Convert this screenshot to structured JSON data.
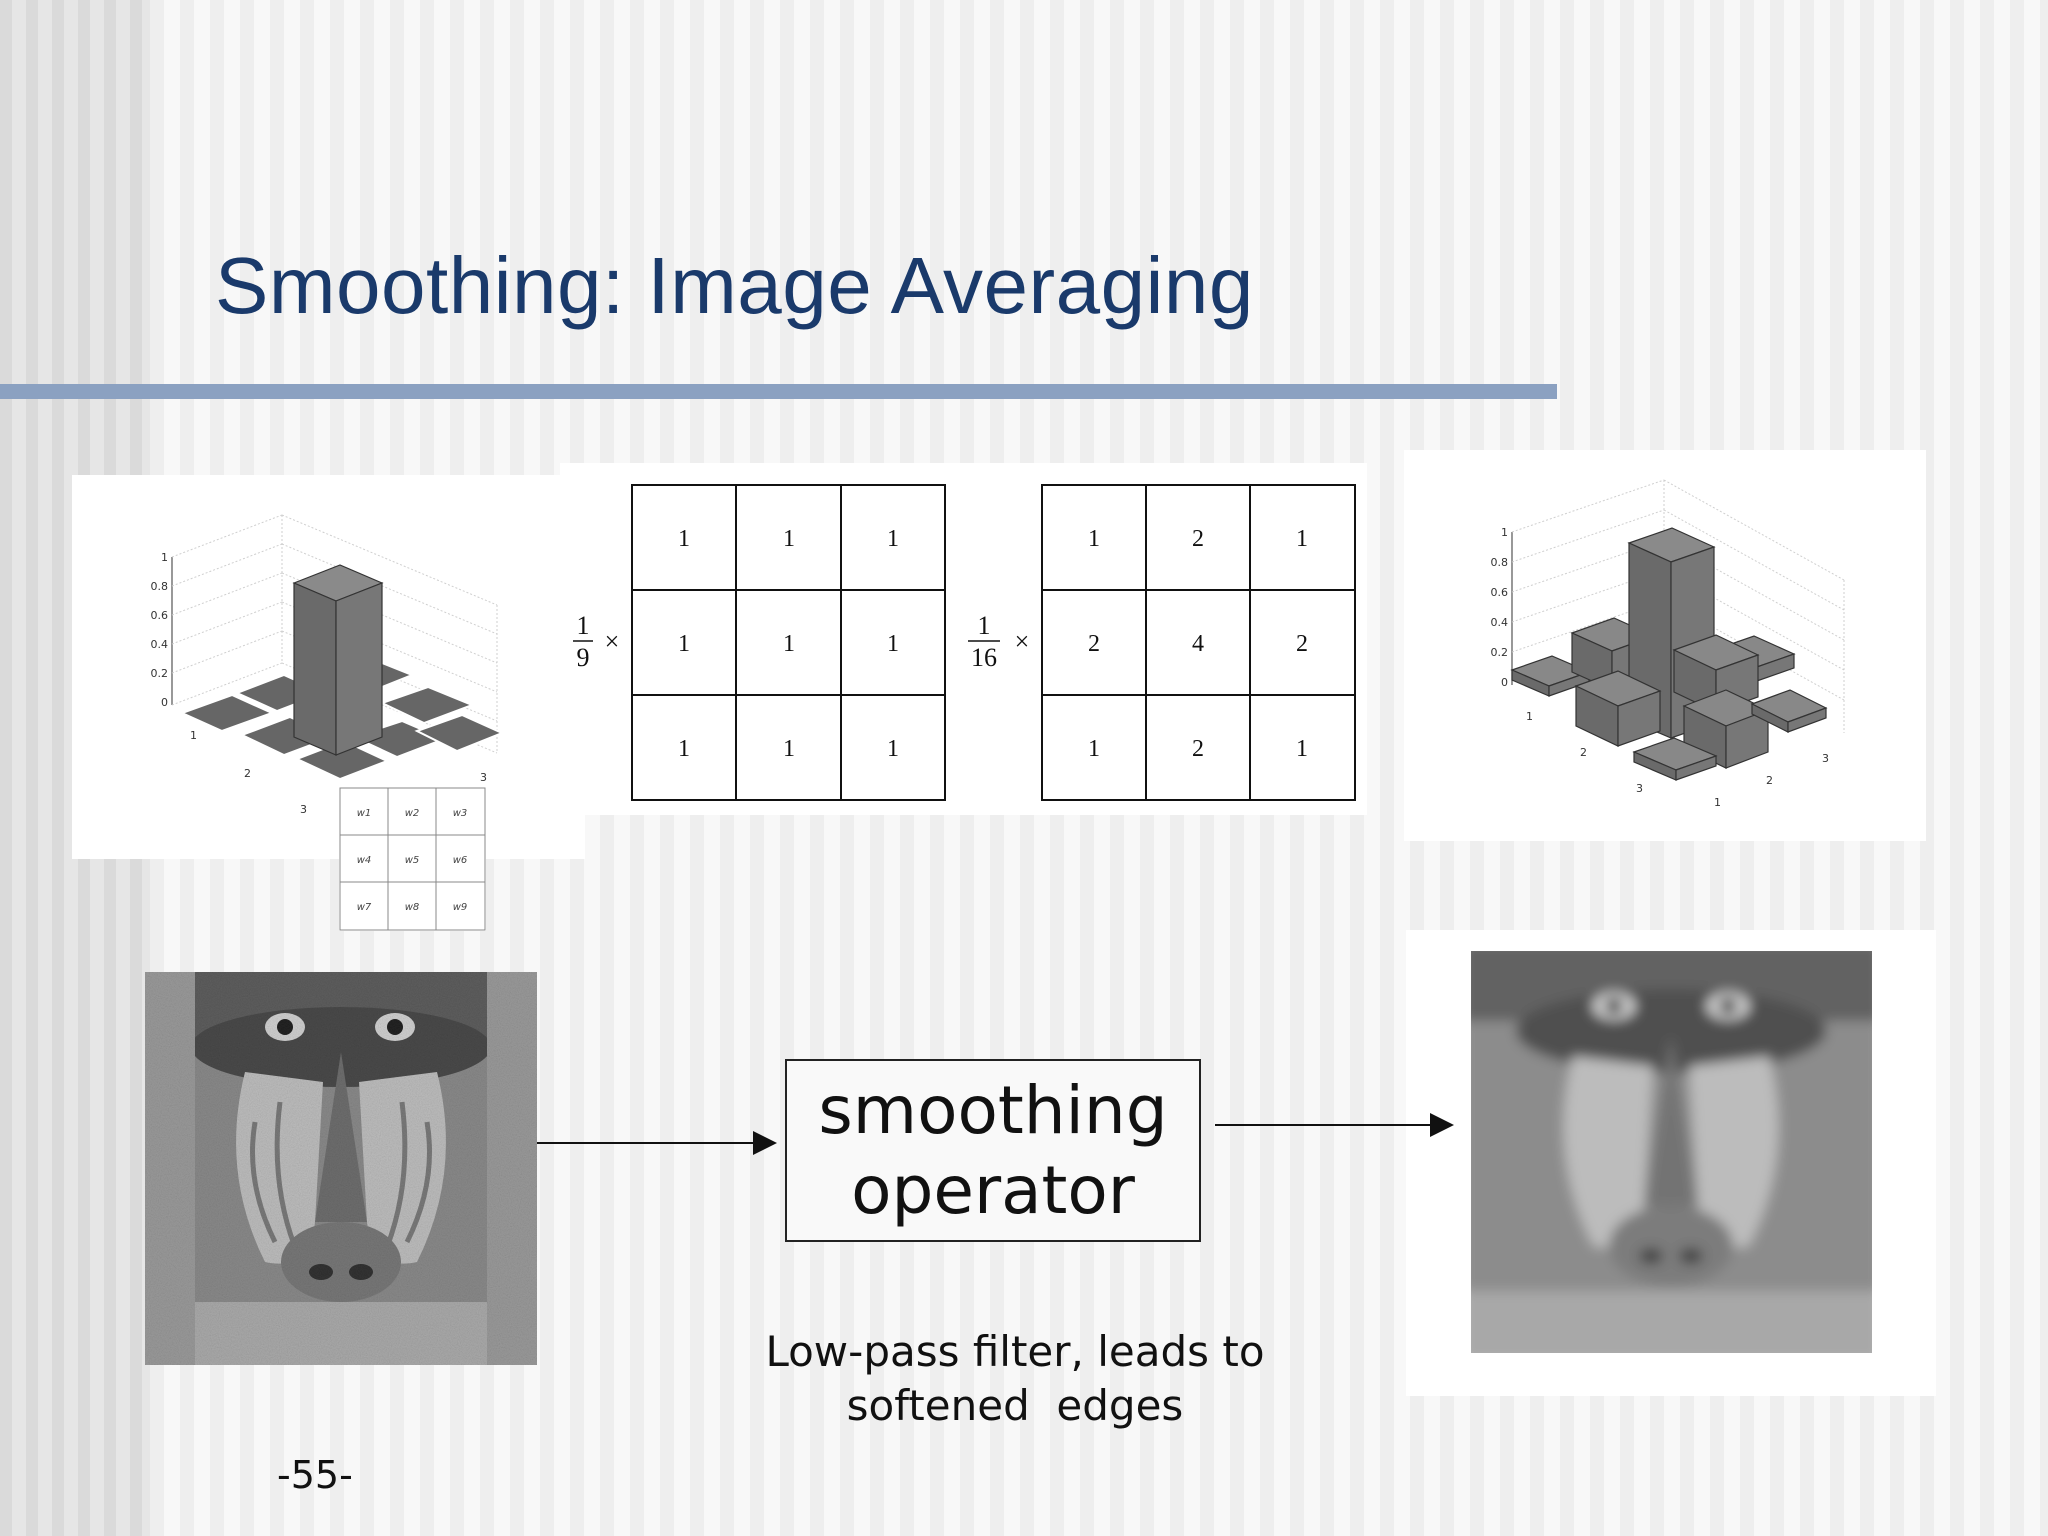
{
  "slide": {
    "title": "Smoothing: Image Averaging",
    "page_number": "-55-"
  },
  "box_filter": {
    "scale_num": "1",
    "scale_den": "9",
    "times": "×",
    "matrix": [
      [
        "1",
        "1",
        "1"
      ],
      [
        "1",
        "1",
        "1"
      ],
      [
        "1",
        "1",
        "1"
      ]
    ],
    "plot_z_ticks": [
      "1",
      "0.8",
      "0.6",
      "0.4",
      "0.2",
      "0"
    ],
    "plot_axis_ticks": [
      "1",
      "2",
      "3"
    ]
  },
  "weight_grid": {
    "labels": [
      "w1",
      "w2",
      "w3",
      "w4",
      "w5",
      "w6",
      "w7",
      "w8",
      "w9"
    ]
  },
  "gaussian_filter": {
    "scale_num": "1",
    "scale_den": "16",
    "times": "×",
    "matrix": [
      [
        "1",
        "2",
        "1"
      ],
      [
        "2",
        "4",
        "2"
      ],
      [
        "1",
        "2",
        "1"
      ]
    ],
    "plot_z_ticks": [
      "1",
      "0.8",
      "0.6",
      "0.4",
      "0.2",
      "0"
    ],
    "plot_axis_ticks_left": [
      "1",
      "2",
      "3"
    ],
    "plot_axis_ticks_right": [
      "1",
      "2",
      "3"
    ]
  },
  "operator": {
    "line1": "smoothing",
    "line2": "operator"
  },
  "caption": {
    "line1": "Low-pass filter, leads to",
    "line2": "softened  edges"
  },
  "colors": {
    "title": "#1a3a6b",
    "rule": "#8ba1c1",
    "bar_fill": "#6f6f6f"
  }
}
